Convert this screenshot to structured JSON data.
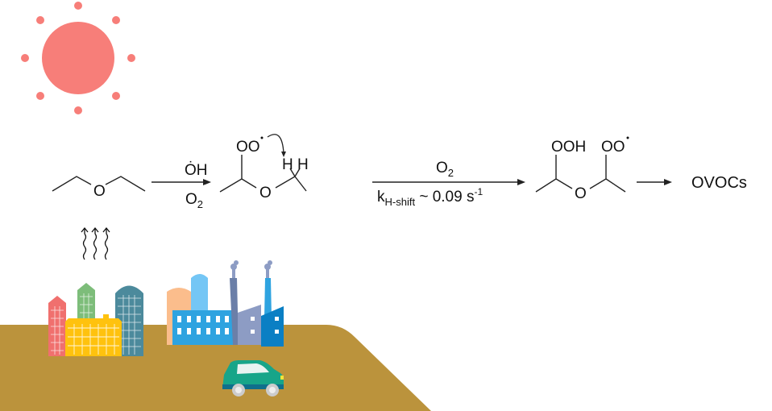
{
  "colors": {
    "sun": "#f77e79",
    "ground": "#bb933c",
    "red_building": "#f0706e",
    "green_building": "#7dbd7a",
    "teal_building": "#4c8a9c",
    "yellow_building": "#ffc20e",
    "orange_silo": "#fbbd8c",
    "light_blue_silo": "#74c6f5",
    "factory_blue": "#2ea3e0",
    "factory_grey": "#8d9cc4",
    "car": "#17a589"
  },
  "reaction": {
    "reactant_O": "O",
    "step1_top": "ȮH",
    "step1_bottom": "O",
    "step1_bottom_sub": "2",
    "int1_peroxy": "OO",
    "int1_O": "O",
    "int1_H": "H H",
    "step2_top": "O",
    "step2_top_sub": "2",
    "rate_k": "k",
    "rate_sub": "H-shift",
    "rate_value": " ~ 0.09 s",
    "rate_exp": "-1",
    "int2_hydroperoxy": "OOH",
    "int2_peroxy": "OO",
    "int2_O": "O",
    "product": "OVOCs"
  }
}
